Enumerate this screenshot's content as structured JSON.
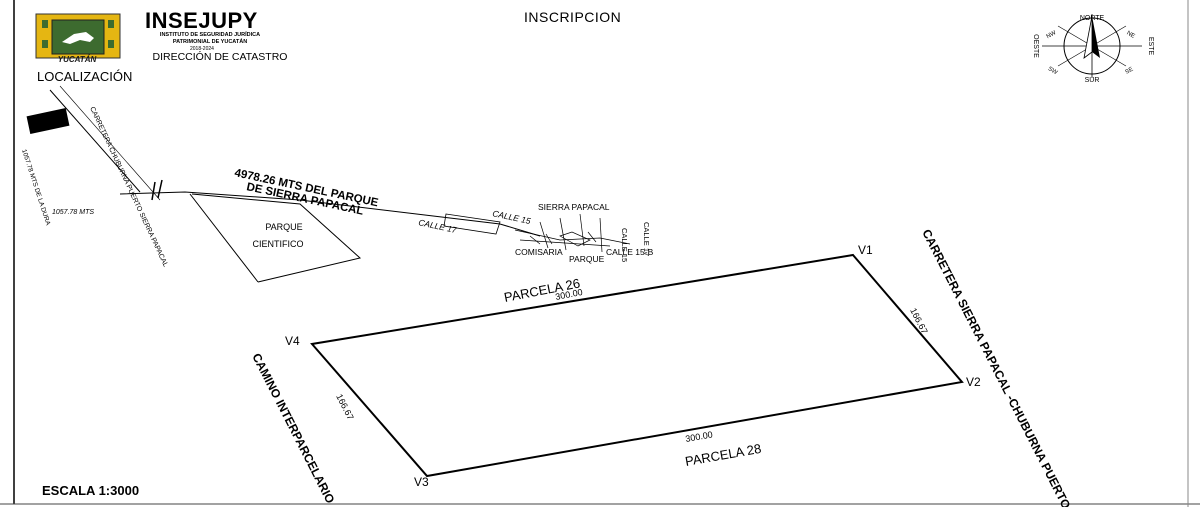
{
  "header": {
    "org_name": "INSEJUPY",
    "institute": "INSTITUTO DE SEGURIDAD JURÍDICA PATRIMONIAL DE YUCATÁN",
    "period": "2018-2024",
    "department": "DIRECCIÓN DE CATASTRO",
    "logo_text": "YUCATÁN",
    "section": "LOCALIZACIÓN",
    "title": "INSCRIPCION"
  },
  "compass": {
    "north": "NORTE",
    "south": "SUR",
    "east": "ESTE",
    "west": "OESTE",
    "ne": "NE",
    "nw": "NW",
    "se": "SE",
    "sw": "SW"
  },
  "location": {
    "road_label": "CARRETERA CHUBURNA PUERTO SIERRA PAPACAL",
    "mts_label": "1057.78 MTS",
    "to_label": "1057.78 MTS DE LA DURA",
    "distance_line1": "4978.26 MTS DEL PARQUE",
    "distance_line2": "DE SIERRA PAPACAL",
    "parque_line1": "PARQUE",
    "parque_line2": "CIENTIFICO",
    "streets": {
      "calle17": "CALLE 17",
      "calle15": "CALLE 15",
      "calle15b": "CALLE 15-B",
      "sierra": "SIERRA PAPACAL",
      "comisaria": "COMISARIA",
      "parque": "PARQUE"
    }
  },
  "parcel": {
    "vertices": {
      "v1": "V1",
      "v2": "V2",
      "v3": "V3",
      "v4": "V4"
    },
    "north_neighbor": "PARCELA 26",
    "south_neighbor": "PARCELA 28",
    "east_road": "CARRETERA SIERRA PAPACAL -CHUBURNA PUERTO",
    "west_road": "CAMINO INTERPARCELARIO",
    "side_north": "300.00",
    "side_south": "300.00",
    "side_east": "166.67",
    "side_west": "166.67"
  },
  "scale": "ESCALA 1:3000"
}
